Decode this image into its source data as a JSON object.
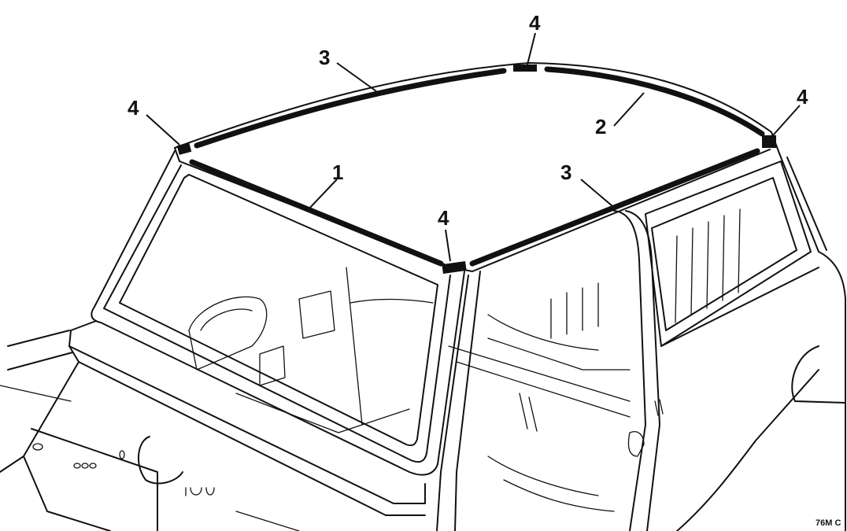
{
  "callouts": {
    "c1": "1",
    "c2": "2",
    "c3a": "3",
    "c3b": "3",
    "c4a": "4",
    "c4b": "4",
    "c4c": "4",
    "c4d": "4"
  },
  "reference": "76M C",
  "colors": {
    "ink": "#111111",
    "paper": "#ffffff"
  }
}
